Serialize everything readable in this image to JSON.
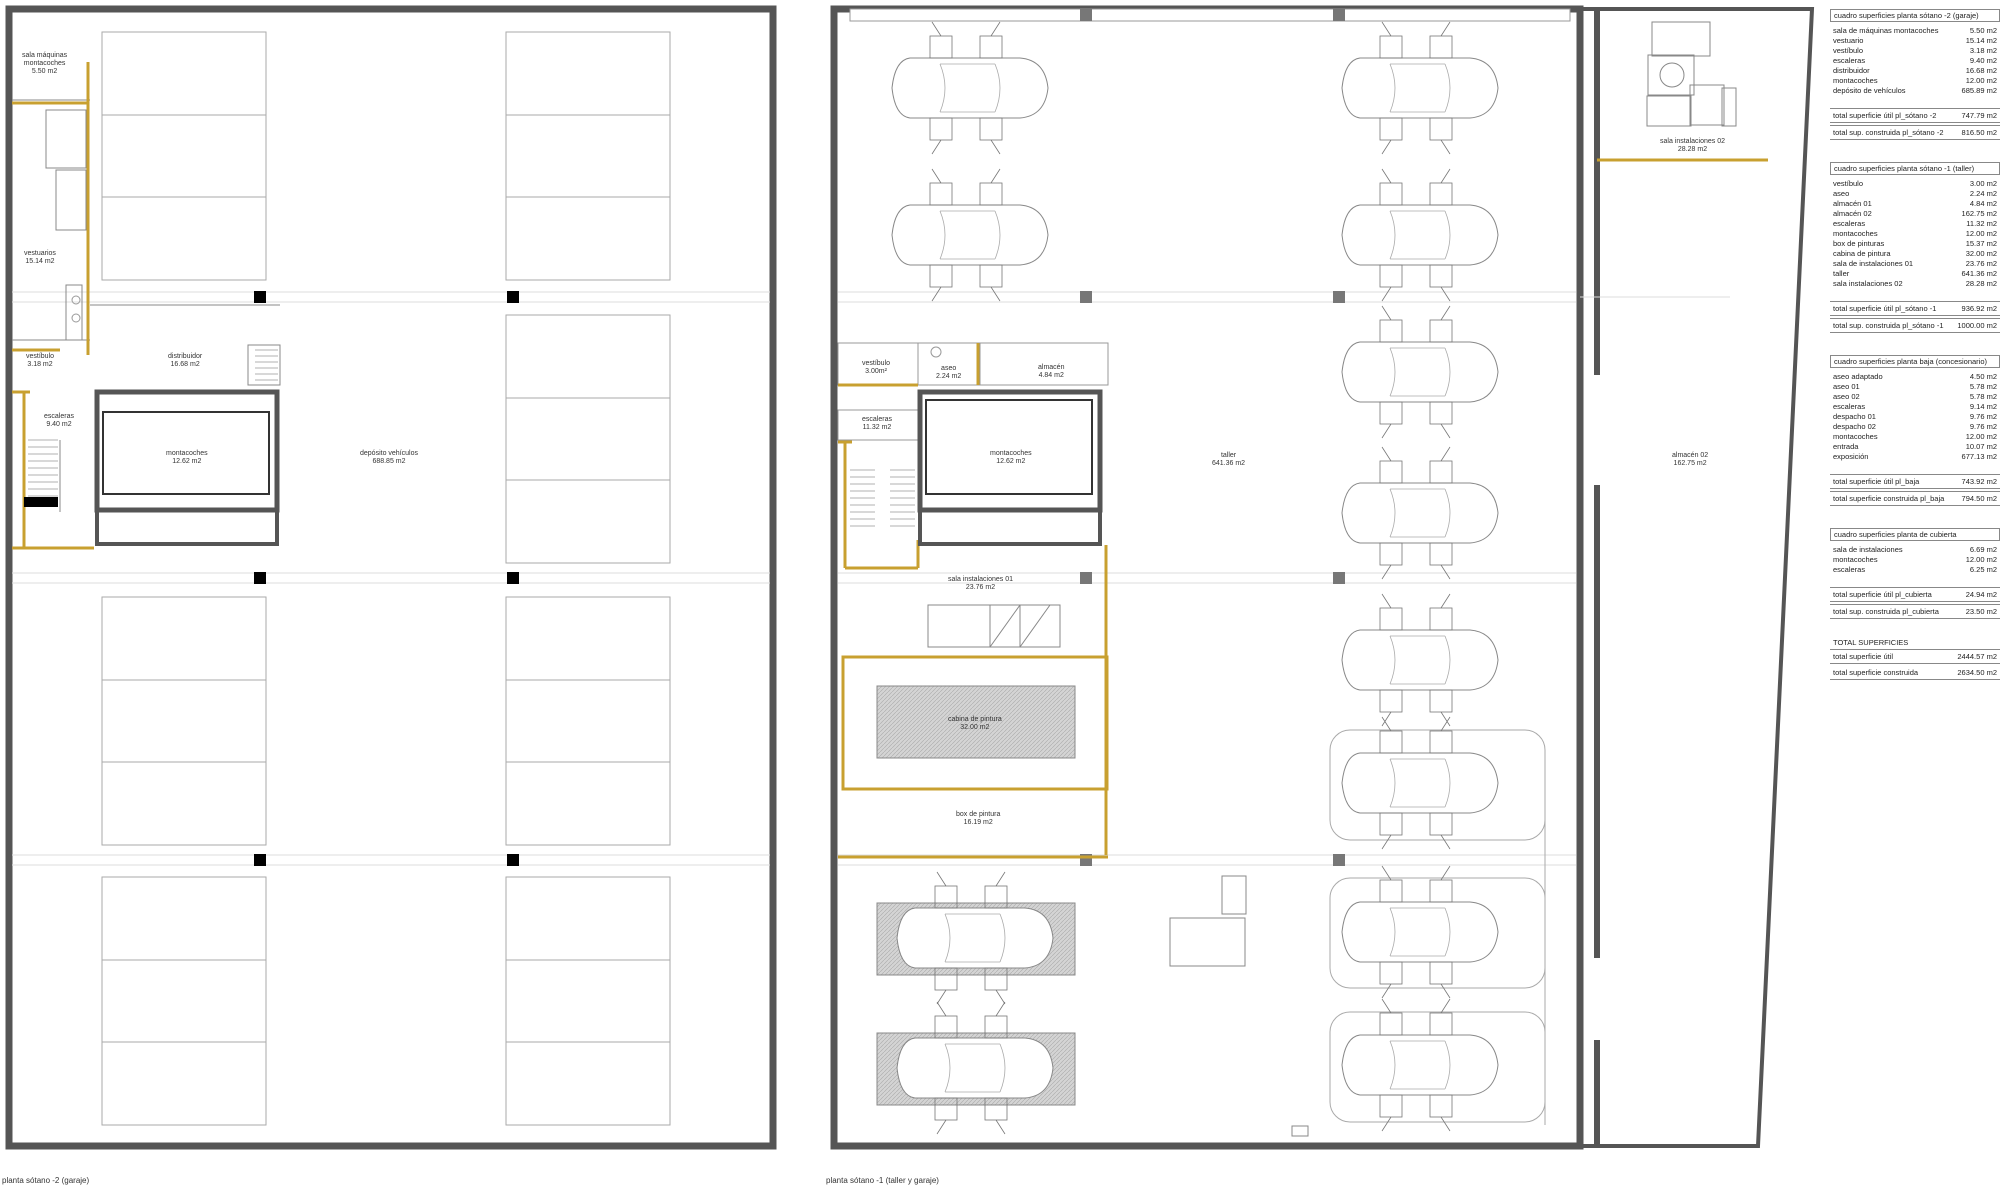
{
  "captions": {
    "left": "planta sótano -2 (garaje)",
    "right": "planta sótano -1 (taller y garaje)"
  },
  "left_plan": {
    "sala_maquinas": "sala máquinas\nmontacoches\n5.50 m2",
    "vestuarios": "vestuarios\n15.14 m2",
    "vestibulo": "vestíbulo\n3.18 m2",
    "distribuidor": "distribuidor\n16.68 m2",
    "escaleras": "escaleras\n9.40 m2",
    "montacoches": "montacoches\n12.62 m2",
    "deposito": "depósito vehículos\n688.85 m2"
  },
  "right_plan": {
    "vestibulo": "vestíbulo\n3.00m²",
    "aseo": "aseo\n2.24 m2",
    "almacen": "almacén\n4.84 m2",
    "escaleras": "escaleras\n11.32 m2",
    "montacoches": "montacoches\n12.62 m2",
    "taller": "taller\n641.36 m2",
    "almacen02": "almacén 02\n162.75 m2",
    "sala_inst02": "sala instalaciones 02\n28.28 m2",
    "sala_inst01": "sala instalaciones 01\n23.76 m2",
    "cabina": "cabina de pintura\n32.00 m2",
    "box": "box de pintura\n16.19 m2"
  },
  "tables": [
    {
      "title": "cuadro superficies planta sótano -2 (garaje)",
      "rows": [
        [
          "sala de máquinas montacoches",
          "5.50 m2"
        ],
        [
          "vestuario",
          "15.14 m2"
        ],
        [
          "vestíbulo",
          "3.18 m2"
        ],
        [
          "escaleras",
          "9.40 m2"
        ],
        [
          "distribuidor",
          "16.68 m2"
        ],
        [
          "montacoches",
          "12.00 m2"
        ],
        [
          "depósito de vehículos",
          "685.89 m2"
        ]
      ],
      "totals": [
        [
          "total superficie útil pl_sótano -2",
          "747.79 m2"
        ],
        [
          "total sup. construida pl_sótano -2",
          "816.50 m2"
        ]
      ]
    },
    {
      "title": "cuadro superficies planta sótano -1 (taller)",
      "rows": [
        [
          "vestíbulo",
          "3.00 m2"
        ],
        [
          "aseo",
          "2.24 m2"
        ],
        [
          "almacén 01",
          "4.84 m2"
        ],
        [
          "almacén 02",
          "162.75 m2"
        ],
        [
          "escaleras",
          "11.32 m2"
        ],
        [
          "montacoches",
          "12.00 m2"
        ],
        [
          "box de pinturas",
          "15.37 m2"
        ],
        [
          "cabina de pintura",
          "32.00 m2"
        ],
        [
          "sala de instalaciones 01",
          "23.76 m2"
        ],
        [
          "taller",
          "641.36 m2"
        ],
        [
          "sala instalaciones 02",
          "28.28 m2"
        ]
      ],
      "totals": [
        [
          "total superficie útil pl_sótano -1",
          "936.92 m2"
        ],
        [
          "total sup. construida pl_sótano -1",
          "1000.00 m2"
        ]
      ]
    },
    {
      "title": "cuadro superficies planta baja (concesionario)",
      "rows": [
        [
          "aseo adaptado",
          "4.50 m2"
        ],
        [
          "aseo 01",
          "5.78 m2"
        ],
        [
          "aseo 02",
          "5.78 m2"
        ],
        [
          "escaleras",
          "9.14 m2"
        ],
        [
          "despacho 01",
          "9.76 m2"
        ],
        [
          "despacho 02",
          "9.76 m2"
        ],
        [
          "montacoches",
          "12.00 m2"
        ],
        [
          "entrada",
          "10.07 m2"
        ],
        [
          "exposición",
          "677.13 m2"
        ]
      ],
      "totals": [
        [
          "total superficie útil pl_baja",
          "743.92 m2"
        ],
        [
          "total superficie construida pl_baja",
          "794.50 m2"
        ]
      ]
    },
    {
      "title": "cuadro superficies planta de cubierta",
      "rows": [
        [
          "sala de instalaciones",
          "6.69 m2"
        ],
        [
          "montacoches",
          "12.00 m2"
        ],
        [
          "escaleras",
          "6.25 m2"
        ]
      ],
      "totals": [
        [
          "total superficie útil pl_cubierta",
          "24.94 m2"
        ],
        [
          "total sup. construida pl_cubierta",
          "23.50 m2"
        ]
      ]
    }
  ],
  "grand_total": {
    "title": "TOTAL SUPERFICIES",
    "rows": [
      [
        "total superficie útil",
        "2444.57 m2"
      ],
      [
        "total superficie construida",
        "2634.50 m2"
      ]
    ]
  }
}
